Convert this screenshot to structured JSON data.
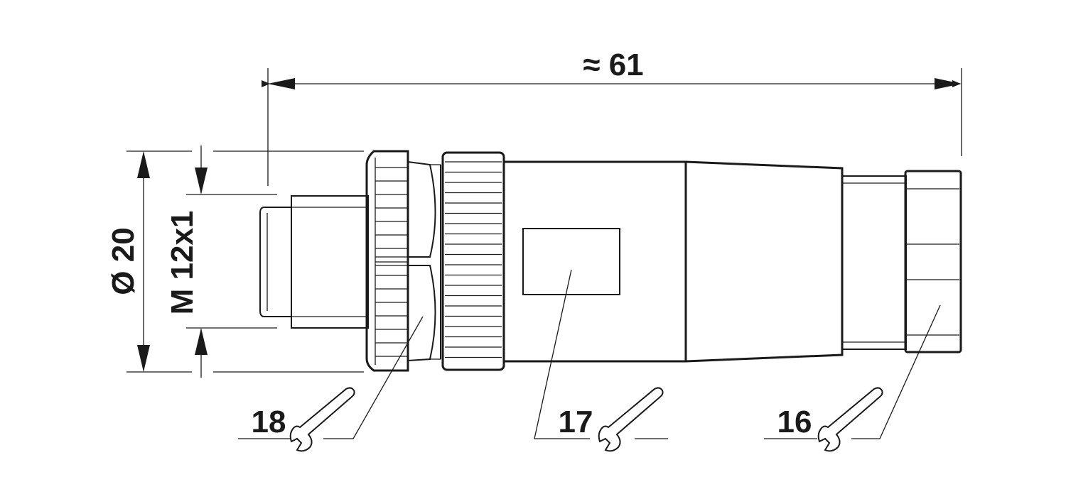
{
  "dimensions": {
    "overall_length": "≈ 61",
    "diameter": "Ø 20",
    "thread": "M 12x1"
  },
  "wrench_labels": [
    {
      "id": "18",
      "text": "18"
    },
    {
      "id": "17",
      "text": "17"
    },
    {
      "id": "16",
      "text": "16"
    }
  ],
  "colors": {
    "line": "#1a1a1a",
    "background": "#ffffff"
  }
}
